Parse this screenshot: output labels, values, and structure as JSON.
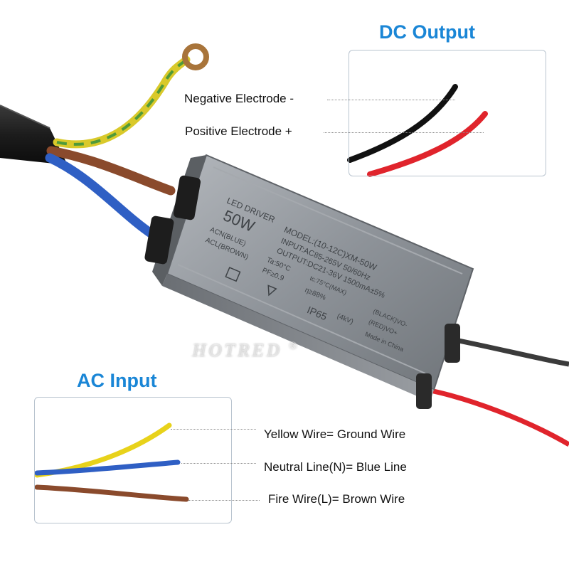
{
  "headings": {
    "dc": "DC Output",
    "ac": "AC Input"
  },
  "dc_labels": {
    "negative": "Negative Electrode -",
    "positive": "Positive Electrode +"
  },
  "ac_labels": {
    "yellow": "Yellow Wire= Ground Wire",
    "blue": "Neutral Line(N)= Blue Line",
    "brown": "Fire Wire(L)= Brown Wire"
  },
  "driver_print": {
    "title": "LED DRIVER",
    "wattage": "50W",
    "model": "MODEL:(10-12C)XM-50W",
    "input": "INPUT:AC85-265V 50/60Hz",
    "output": "OUTPUT:DC21-36V 1500mA±5%",
    "acn": "ACN(BLUE)",
    "acl": "ACL(BROWN)",
    "ta": "Ta:50°C",
    "tc": "tc:75°C(MAX)",
    "pf": "PF≥0.9",
    "eff": "η≥88%",
    "surge": "(4kV)",
    "ip": "IP65",
    "black": "(BLACK)VO-",
    "red": "(RED)VO+",
    "made": "Made in China"
  },
  "watermark": "HOTRED",
  "registered": "®",
  "colors": {
    "accent": "#1a86d6",
    "housing": "#8e9399",
    "yellow_wire": "#e8d21a",
    "blue_wire": "#2f5fc4",
    "brown_wire": "#8a4a2c",
    "red_wire": "#e0242c",
    "black_wire": "#111111"
  }
}
